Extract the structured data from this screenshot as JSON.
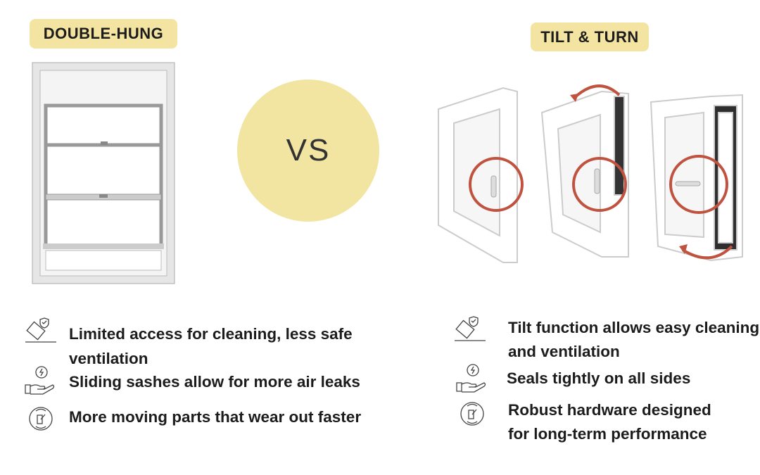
{
  "left": {
    "title": "DOUBLE-HUNG",
    "points": [
      {
        "icon": "tilted-window-shield-icon",
        "lines": [
          "Limited access for cleaning, less safe",
          "ventilation"
        ]
      },
      {
        "icon": "hand-gear-energy-icon",
        "lines": [
          "Sliding sashes allow for more air leaks"
        ]
      },
      {
        "icon": "hardware-cycle-icon",
        "lines": [
          "More moving parts that wear out faster"
        ]
      }
    ]
  },
  "center": {
    "label": "VS"
  },
  "right": {
    "title": "TILT & TURN",
    "points": [
      {
        "icon": "tilted-window-shield-icon",
        "lines": [
          "Tilt function allows easy cleaning",
          "and ventilation"
        ]
      },
      {
        "icon": "hand-gear-energy-icon",
        "lines": [
          "Seals tightly on all sides"
        ]
      },
      {
        "icon": "hardware-cycle-icon",
        "lines": [
          "Robust hardware designed",
          "for long-term performance"
        ]
      }
    ]
  },
  "colors": {
    "badge": "#f3e4a2",
    "accent_red": "#c0533f",
    "text": "#1c1c1c"
  }
}
